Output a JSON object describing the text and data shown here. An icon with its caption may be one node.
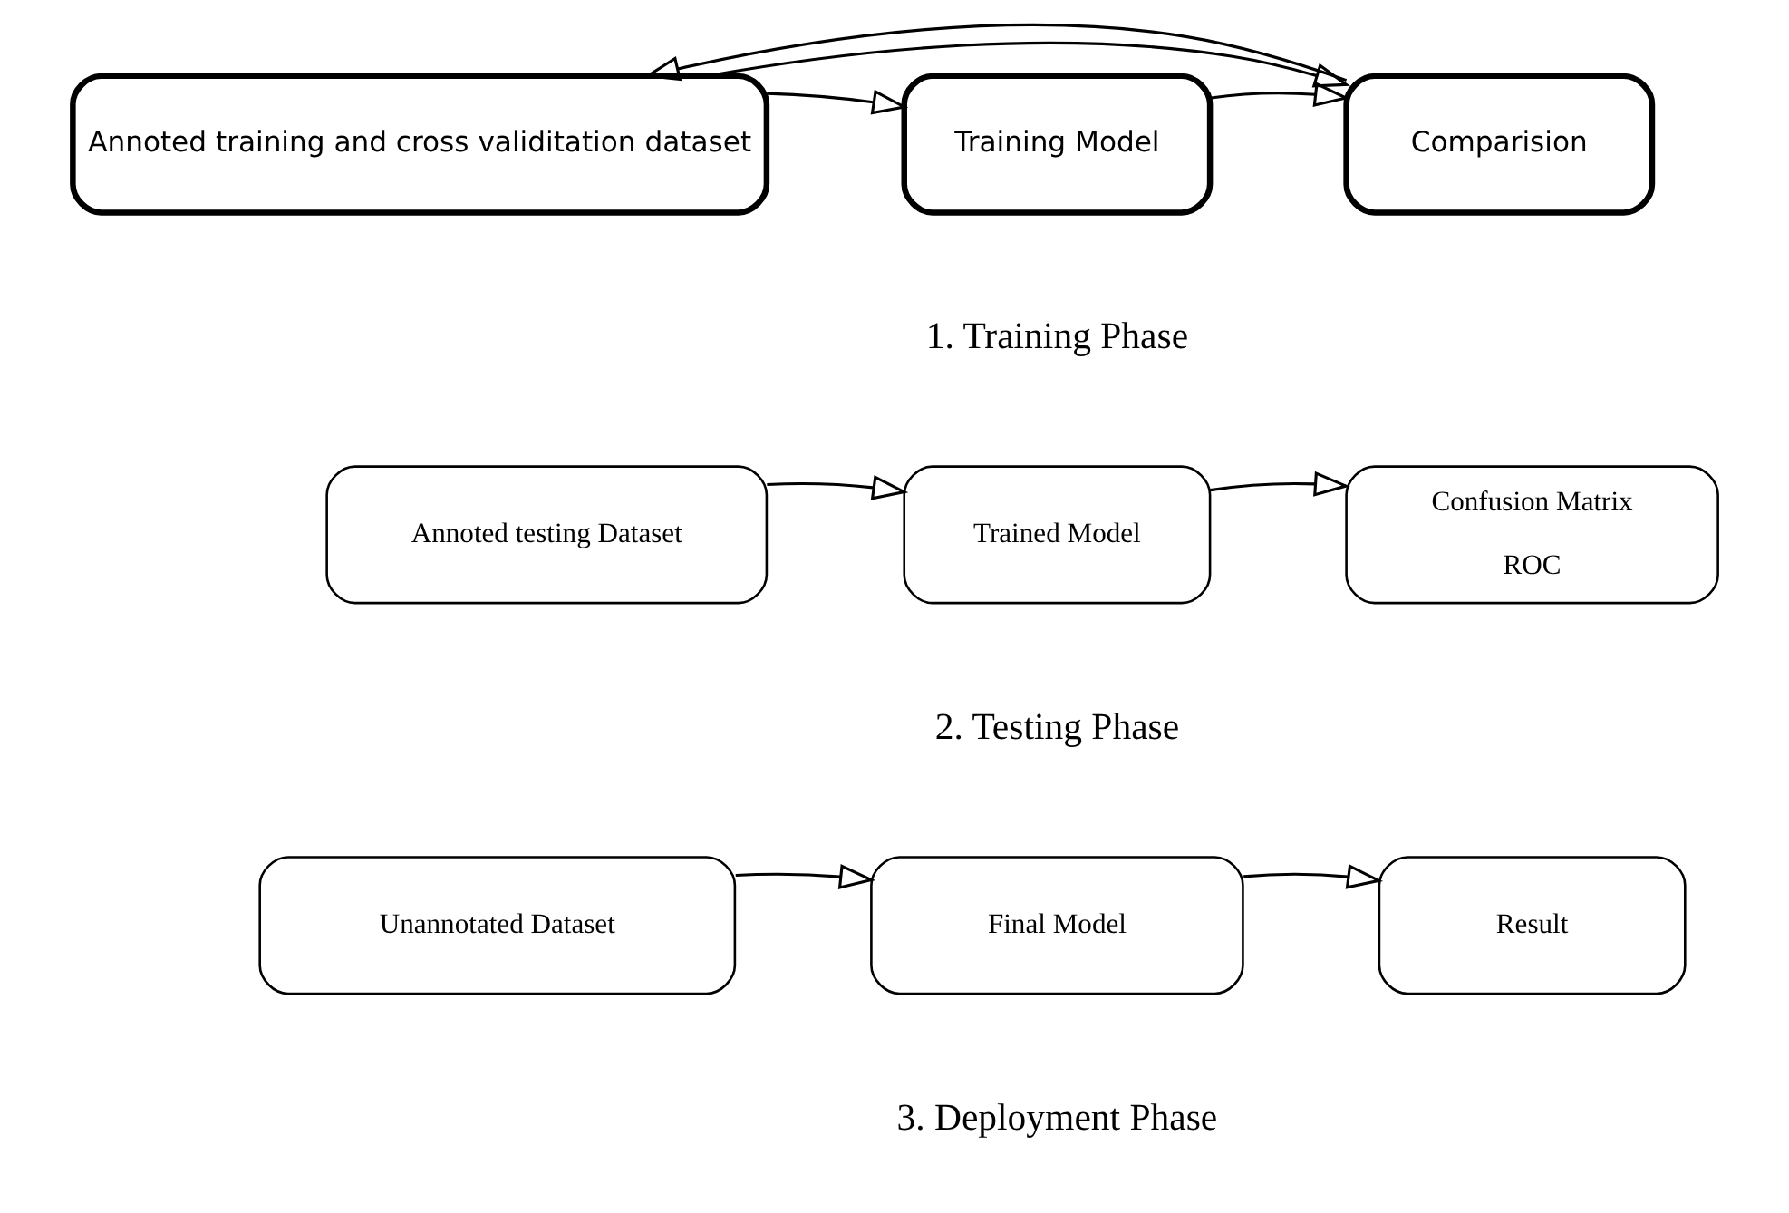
{
  "diagram": {
    "nodes": [
      {
        "text": [
          "Annoted training and cross validitation dataset"
        ]
      },
      {
        "text": [
          "Training Model"
        ]
      },
      {
        "text": [
          "Comparision"
        ]
      },
      {
        "text": [
          "Annoted testing Dataset"
        ]
      },
      {
        "text": [
          "Trained Model"
        ]
      },
      {
        "text": [
          "Confusion Matrix",
          "ROC"
        ]
      },
      {
        "text": [
          "Unannotated Dataset"
        ]
      },
      {
        "text": [
          "Final Model"
        ]
      },
      {
        "text": [
          "Result"
        ]
      }
    ],
    "edges": [
      {
        "from": 0,
        "to": 1,
        "arrow": "to"
      },
      {
        "from": 1,
        "to": 2,
        "arrow": "to"
      },
      {
        "from": 0,
        "to": 2,
        "arrow": "to"
      },
      {
        "from": 2,
        "to": 0,
        "arrow": "to"
      },
      {
        "from": 3,
        "to": 4,
        "arrow": "to"
      },
      {
        "from": 4,
        "to": 5,
        "arrow": "to"
      },
      {
        "from": 6,
        "to": 7,
        "arrow": "to"
      },
      {
        "from": 7,
        "to": 8,
        "arrow": "to"
      }
    ],
    "labels": [
      "1. Training Phase",
      "2. Testing Phase",
      "3. Deployment Phase"
    ]
  }
}
